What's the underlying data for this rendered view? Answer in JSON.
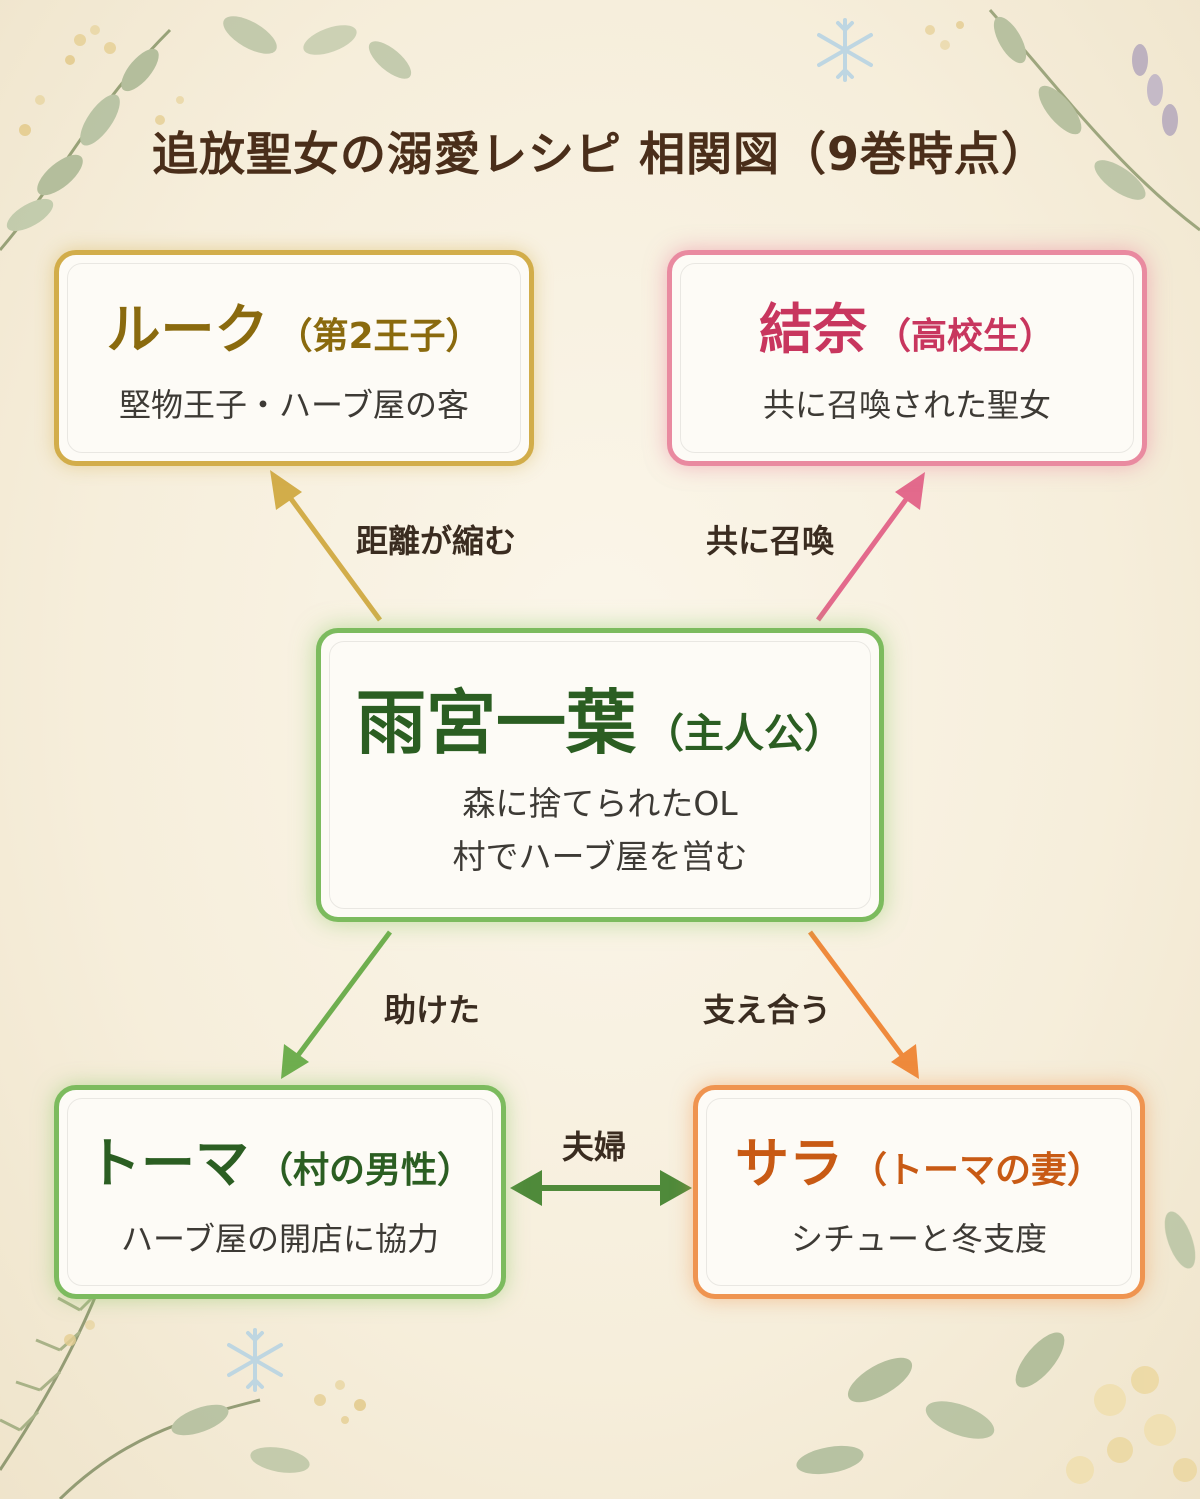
{
  "title": "追放聖女の溺愛レシピ 相関図（9巻時点）",
  "nodes": {
    "luke": {
      "name": "ルーク",
      "role": "（第2王子）",
      "desc": "堅物王子・ハーブ屋の客"
    },
    "yuna": {
      "name": "結奈",
      "role": "（高校生）",
      "desc": "共に召喚された聖女"
    },
    "ichiha": {
      "name": "雨宮一葉",
      "role": "（主人公）",
      "desc1": "森に捨てられたOL",
      "desc2": "村でハーブ屋を営む"
    },
    "toma": {
      "name": "トーマ",
      "role": "（村の男性）",
      "desc": "ハーブ屋の開店に協力"
    },
    "sara": {
      "name": "サラ",
      "role": "（トーマの妻）",
      "desc": "シチューと冬支度"
    }
  },
  "edges": {
    "luke": "距離が縮む",
    "yuna": "共に召喚",
    "toma": "助けた",
    "sara": "支え合う",
    "couple": "夫婦"
  },
  "colors": {
    "gold": "#d2ad4a",
    "pink": "#e36a8c",
    "green": "#6fae4f",
    "orange": "#ef8a3c",
    "couple_arrow": "#4f8a3a"
  },
  "icons": [
    "snowflake-icon",
    "leaf-sprig-icon",
    "flower-cluster-icon",
    "pine-branch-icon",
    "lavender-icon"
  ]
}
